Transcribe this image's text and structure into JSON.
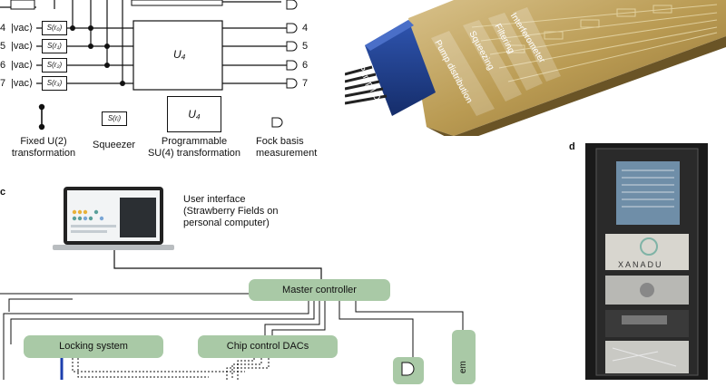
{
  "panel_a": {
    "modes": [
      {
        "index": "4",
        "vac": "|vac⟩",
        "squeezer": "S(r₀)",
        "out": "4"
      },
      {
        "index": "5",
        "vac": "|vac⟩",
        "squeezer": "S(r₁)",
        "out": "5"
      },
      {
        "index": "6",
        "vac": "|vac⟩",
        "squeezer": "S(r₂)",
        "out": "6"
      },
      {
        "index": "7",
        "vac": "|vac⟩",
        "squeezer": "S(r₃)",
        "out": "7"
      }
    ],
    "unitary_label": "U₄",
    "legend": {
      "fixed": "Fixed U(2)\ntransformation",
      "squeezer_symbol": "S(rᵢ)",
      "squeezer": "Squeezer",
      "programmable_symbol": "U₄",
      "programmable": "Programmable\nSU(4) transformation",
      "measurement": "Fock basis\nmeasurement"
    }
  },
  "panel_b": {
    "chip_labels": [
      "Pump I/O",
      "Pump distribution",
      "Squeezing",
      "Filtering",
      "Interferometer"
    ]
  },
  "panel_c": {
    "letter": "c",
    "user_interface": "User interface\n(Strawberry Fields on\npersonal computer)",
    "master_controller": "Master controller",
    "locking_system": "Locking system",
    "chip_control": "Chip control DACs",
    "partial_label": "em"
  },
  "panel_d": {
    "letter": "d",
    "rack_brand": "XANADU"
  },
  "colors": {
    "box_green": "#a9c9a6",
    "pump_blue": "#1f3f8f",
    "chip_gold": "#b99a52"
  }
}
